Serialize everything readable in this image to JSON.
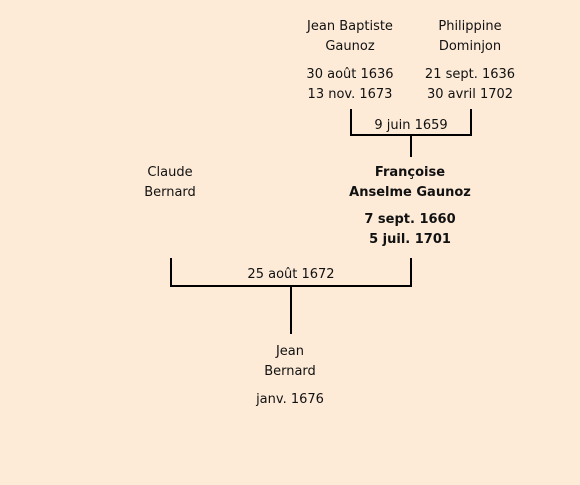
{
  "persons": {
    "father_of_francoise": {
      "name_line1": "Jean Baptiste",
      "name_line2": "Gaunoz",
      "birth": "30 août 1636",
      "death": "13 nov. 1673"
    },
    "mother_of_francoise": {
      "name_line1": "Philippine",
      "name_line2": "Dominjon",
      "birth": "21 sept. 1636",
      "death": "30 avril 1702"
    },
    "husband": {
      "name_line1": "Claude",
      "name_line2": "Bernard"
    },
    "focus_person": {
      "name_line1": "Françoise",
      "name_line2": "Anselme Gaunoz",
      "birth": "7 sept. 1660",
      "death": "5 juil. 1701"
    },
    "child": {
      "name_line1": "Jean",
      "name_line2": "Bernard",
      "birth": "janv. 1676"
    }
  },
  "marriages": {
    "parents": "9 juin 1659",
    "couple": "25 août 1672"
  }
}
